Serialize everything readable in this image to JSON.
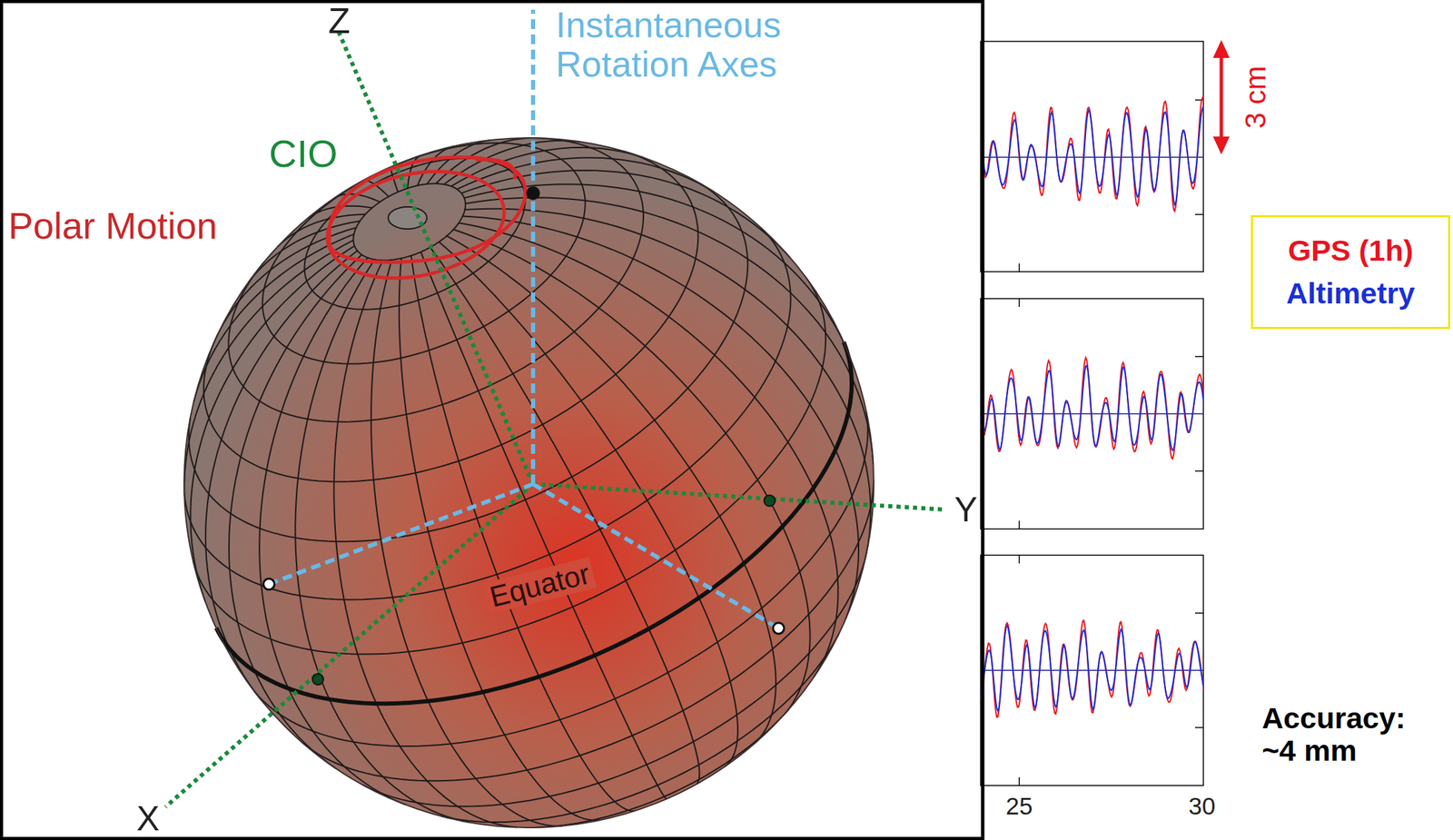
{
  "diagram": {
    "labels": [
      "Z",
      "Instantaneous Rotation Axes",
      "CIO",
      "Polar Motion",
      "Equator",
      "Y",
      "X",
      "3 cm",
      "25",
      "30",
      "Accuracy: ~4 mm"
    ],
    "legend": [
      {
        "text": "GPS (1h)",
        "color": "#e8141e"
      },
      {
        "text": "Altimetry",
        "color": "#1a2fd8"
      }
    ]
  }
}
